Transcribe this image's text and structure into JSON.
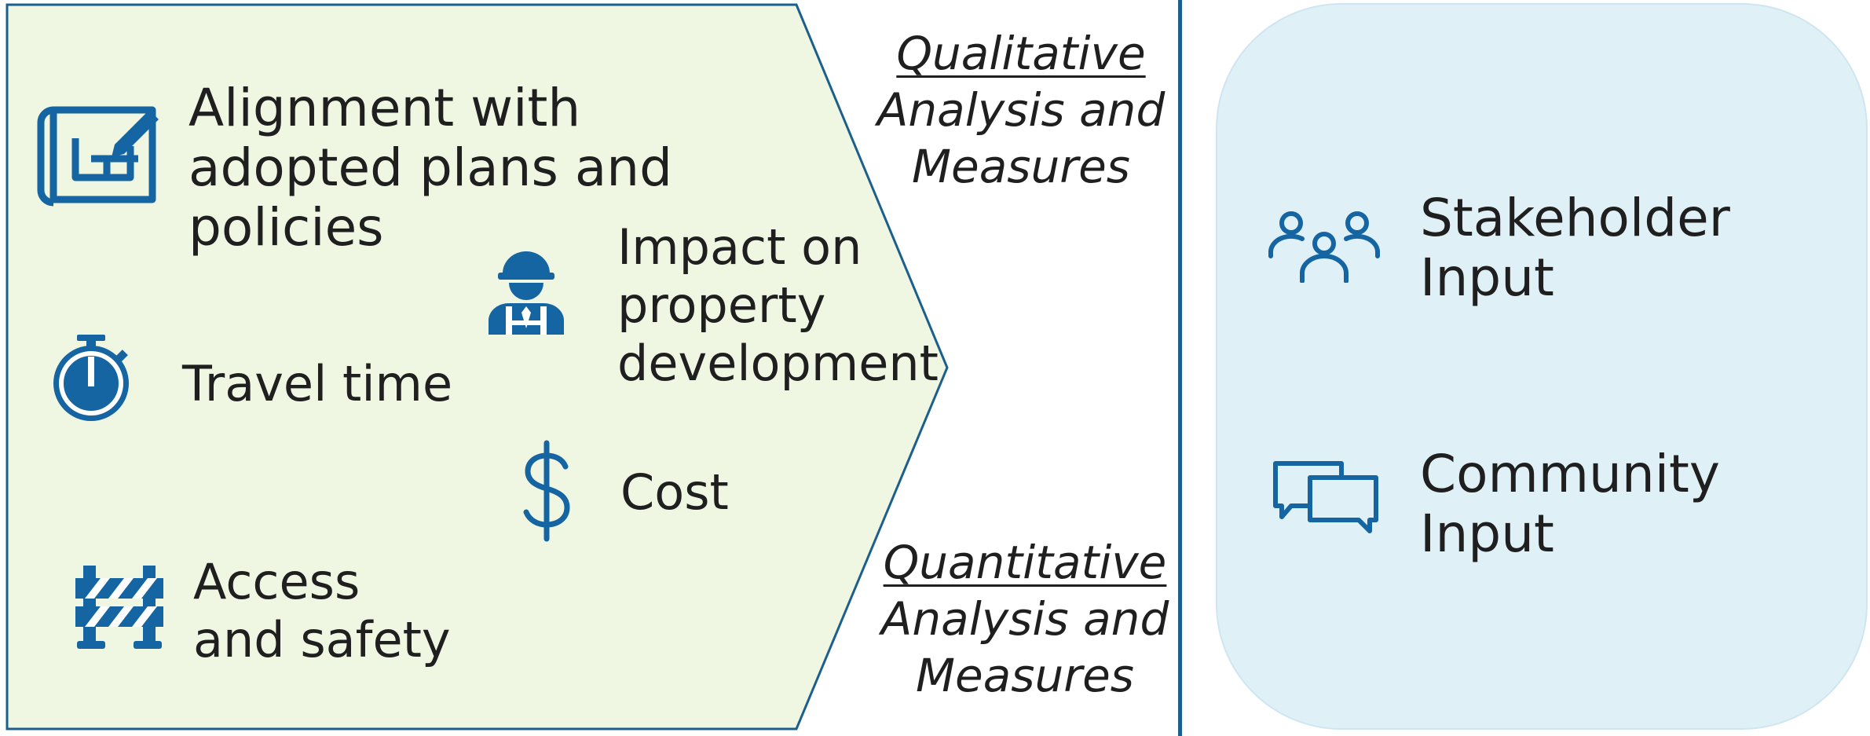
{
  "factors": {
    "alignment": {
      "label": "Alignment with\nadopted plans and\npolicies",
      "icon": "blueprint-icon"
    },
    "property": {
      "label": "Impact on\nproperty\ndevelopment",
      "icon": "construction-worker-icon"
    },
    "travel": {
      "label": "Travel time",
      "icon": "stopwatch-icon"
    },
    "cost": {
      "label": "Cost",
      "icon": "dollar-icon"
    },
    "access": {
      "label": "Access\nand safety",
      "icon": "barricade-icon"
    }
  },
  "measures": {
    "qualitative": {
      "title": "Qualitative",
      "rest": "Analysis and\nMeasures"
    },
    "quantitative": {
      "title": "Quantitative",
      "rest": "Analysis and\nMeasures"
    }
  },
  "inputs": {
    "stakeholder": {
      "label": "Stakeholder\nInput",
      "icon": "people-group-icon"
    },
    "community": {
      "label": "Community\nInput",
      "icon": "chat-bubbles-icon"
    }
  },
  "colors": {
    "chevron_fill": "#eff7e3",
    "chevron_stroke": "#1b5f8f",
    "divider": "#1b5f8f",
    "input_panel_fill": "#dff0f7",
    "input_panel_stroke": "#cfe6f0",
    "icon": "#1565a3"
  }
}
